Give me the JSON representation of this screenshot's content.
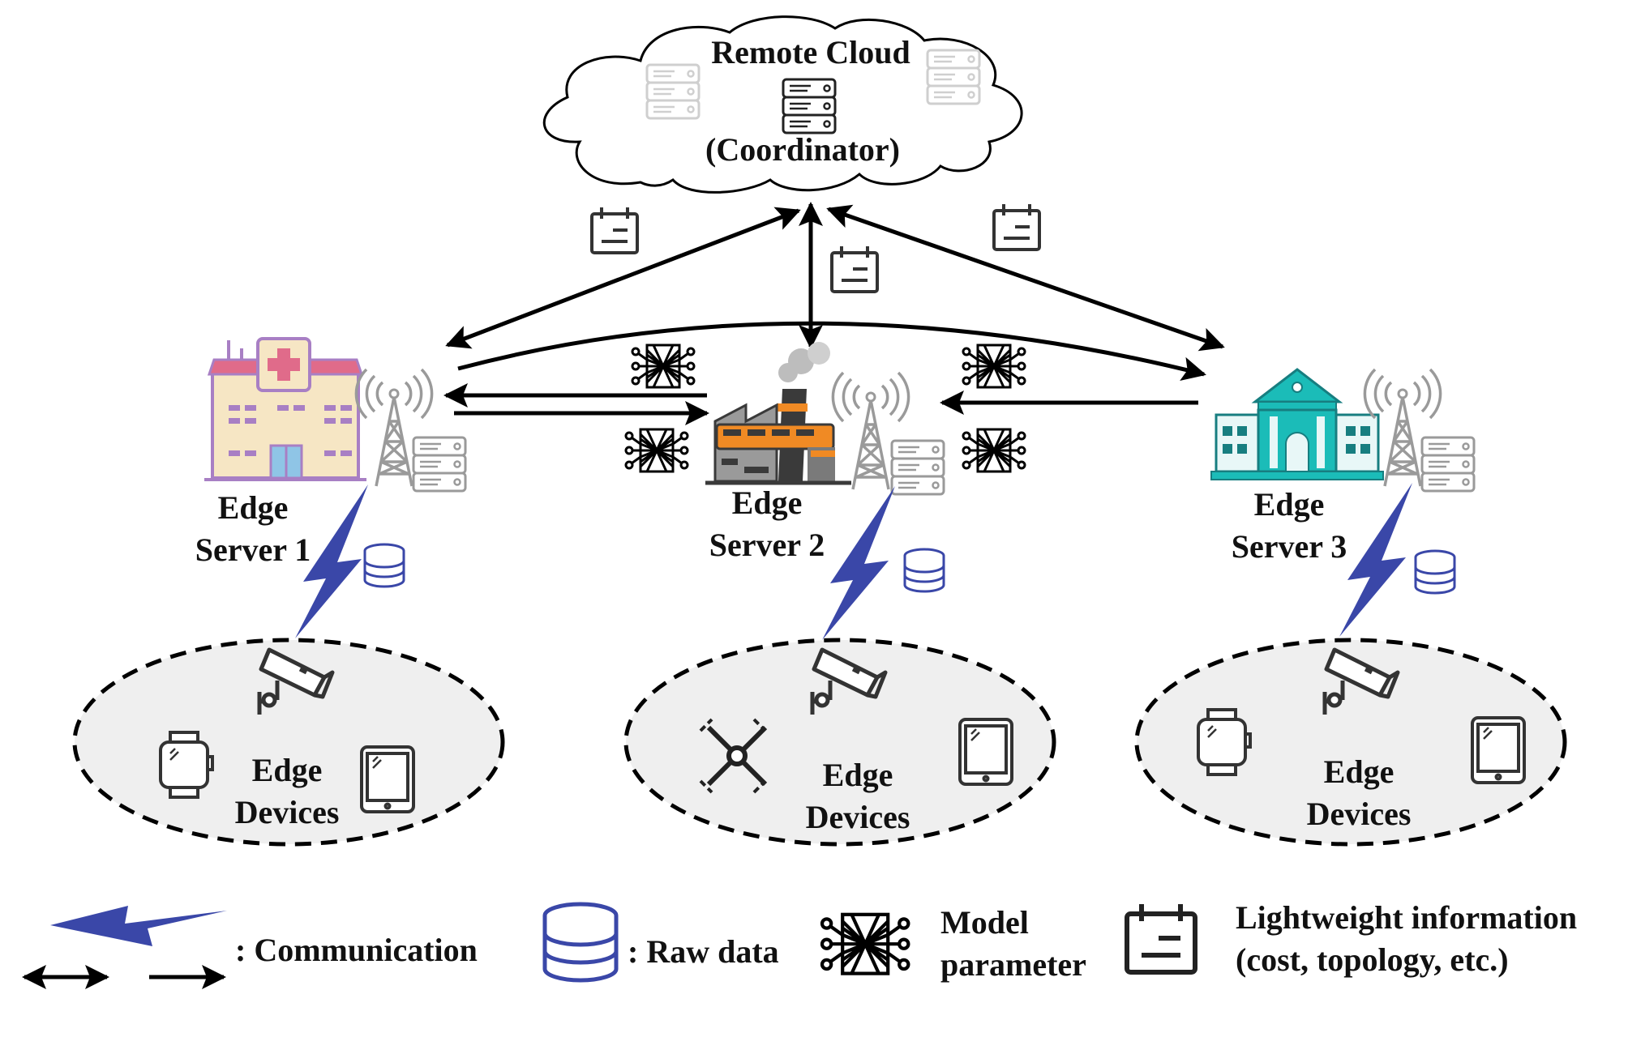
{
  "cloud": {
    "title": "Remote Cloud",
    "subtitle": "(Coordinator)"
  },
  "servers": [
    {
      "line1": "Edge",
      "line2": "Server 1",
      "building": "hospital-icon"
    },
    {
      "line1": "Edge",
      "line2": "Server 2",
      "building": "factory-icon"
    },
    {
      "line1": "Edge",
      "line2": "Server 3",
      "building": "bank-icon"
    }
  ],
  "device_groups": [
    {
      "line1": "Edge",
      "line2": "Devices",
      "devices": [
        "camera-icon",
        "smartwatch-icon",
        "tablet-icon"
      ]
    },
    {
      "line1": "Edge",
      "line2": "Devices",
      "devices": [
        "camera-icon",
        "drone-icon",
        "tablet-icon"
      ]
    },
    {
      "line1": "Edge",
      "line2": "Devices",
      "devices": [
        "camera-icon",
        "smartwatch-icon",
        "tablet-icon"
      ]
    }
  ],
  "legend": {
    "communication": ": Communication",
    "raw_data": ": Raw data",
    "model_line1": "Model",
    "model_line2": "parameter",
    "light_line1": "Lightweight information",
    "light_line2": "(cost, topology, etc.)"
  },
  "colors": {
    "lightning": "#3a47a8",
    "database": "#3a47a8",
    "server_gray": "#9a9a9a",
    "hospital_roof": "#e06b8a",
    "hospital_body": "#f6e6c4",
    "hospital_trim": "#a87fc4",
    "bank_teal": "#1bbcb8",
    "factory_orange": "#f08a24",
    "factory_dark": "#3a3a3a",
    "ellipse_fill": "#efefef"
  }
}
